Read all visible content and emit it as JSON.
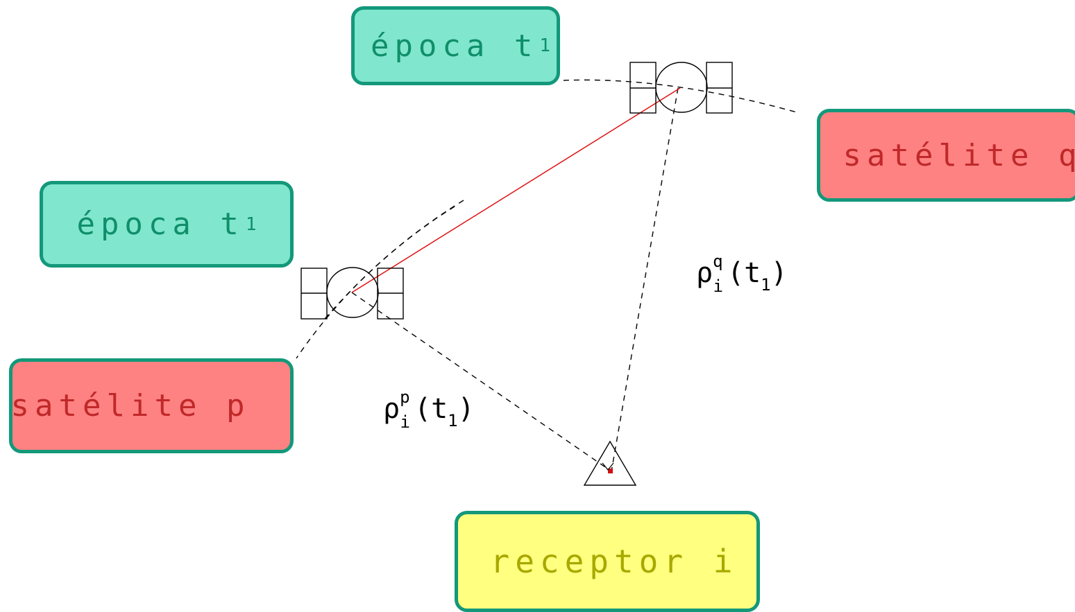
{
  "labels": {
    "epoch_top": {
      "text": "época t",
      "subscript": "1"
    },
    "epoch_left": {
      "text": "época t",
      "subscript": "1"
    },
    "satellite_q": "satélite q",
    "satellite_p": "satélite p",
    "receiver": "receptor i"
  },
  "range_q": {
    "symbol": "ρ",
    "superscript": "q",
    "subscript": "i",
    "argument_open": "(t",
    "argument_subscript": "1",
    "argument_close": ")"
  },
  "range_p": {
    "symbol": "ρ",
    "superscript": "p",
    "subscript": "i",
    "argument_open": "(t",
    "argument_subscript": "1",
    "argument_close": ")"
  },
  "colors": {
    "epoch_fill": "#81e6ce",
    "satellite_fill": "#ff8282",
    "receiver_fill": "#ffff80",
    "box_border": "#13987a",
    "baseline_line": "#e01010",
    "receiver_marker": "#d01010"
  },
  "icons": {
    "satellite": "satellite-icon",
    "receiver": "triangle-receiver-icon"
  }
}
